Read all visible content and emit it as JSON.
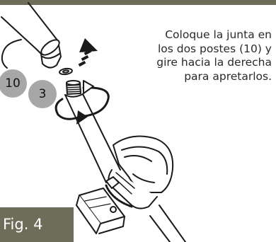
{
  "instruction": {
    "lines": [
      "Coloque la junta en",
      "los dos postes (10) y",
      "gire hacia la derecha",
      "para apretarlos."
    ]
  },
  "callouts": {
    "post": "10",
    "joint": "3"
  },
  "figure_label": "Fig. 4",
  "colors": {
    "frame": "#6e6d59",
    "callout_fill": "#a7a7a7",
    "line": "#1a1a1a"
  }
}
